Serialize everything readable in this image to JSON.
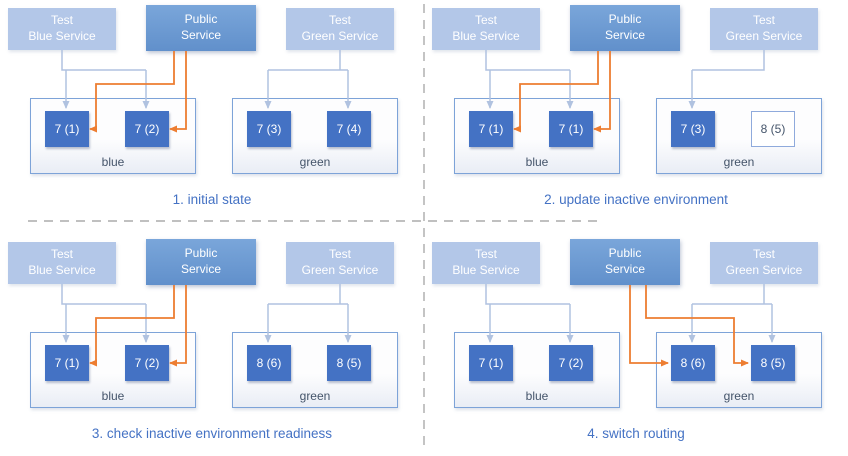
{
  "diagram": {
    "subject": "blue-green deployment steps",
    "colors": {
      "test_service_box": "#b3c7e8",
      "public_service_box": "#6d9ad1",
      "pod": "#4472c4",
      "pod_creating_border": "#8faadc",
      "environment_border": "#7da3d8",
      "caption_text": "#4472c4",
      "traffic_arrow": "#ed7d31",
      "test_arrow": "#b0c2e0",
      "separator": "#ababab"
    }
  },
  "quadrants": [
    {
      "caption": "1. initial state",
      "services": [
        {
          "line1": "Test",
          "line2": "Blue Service"
        },
        {
          "line1": "Public",
          "line2": "Service"
        },
        {
          "line1": "Test",
          "line2": "Green Service"
        }
      ],
      "environments": [
        {
          "name": "blue",
          "pods": [
            {
              "label": "7 (1)"
            },
            {
              "label": "7 (2)"
            }
          ]
        },
        {
          "name": "green",
          "pods": [
            {
              "label": "7 (3)"
            },
            {
              "label": "7 (4)"
            }
          ]
        }
      ]
    },
    {
      "caption": "2. update inactive environment",
      "services": [
        {
          "line1": "Test",
          "line2": "Blue Service"
        },
        {
          "line1": "Public",
          "line2": "Service"
        },
        {
          "line1": "Test",
          "line2": "Green Service"
        }
      ],
      "environments": [
        {
          "name": "blue",
          "pods": [
            {
              "label": "7 (1)"
            },
            {
              "label": "7 (1)"
            }
          ]
        },
        {
          "name": "green",
          "pods": [
            {
              "label": "7 (3)"
            },
            {
              "label": "8 (5)",
              "state": "creating"
            }
          ]
        }
      ]
    },
    {
      "caption": "3. check inactive environment readiness",
      "services": [
        {
          "line1": "Test",
          "line2": "Blue Service"
        },
        {
          "line1": "Public",
          "line2": "Service"
        },
        {
          "line1": "Test",
          "line2": "Green Service"
        }
      ],
      "environments": [
        {
          "name": "blue",
          "pods": [
            {
              "label": "7 (1)"
            },
            {
              "label": "7 (2)"
            }
          ]
        },
        {
          "name": "green",
          "pods": [
            {
              "label": "8 (6)"
            },
            {
              "label": "8 (5)"
            }
          ]
        }
      ]
    },
    {
      "caption": "4. switch routing",
      "services": [
        {
          "line1": "Test",
          "line2": "Blue Service"
        },
        {
          "line1": "Public",
          "line2": "Service"
        },
        {
          "line1": "Test",
          "line2": "Green Service"
        }
      ],
      "environments": [
        {
          "name": "blue",
          "pods": [
            {
              "label": "7 (1)"
            },
            {
              "label": "7 (2)"
            }
          ]
        },
        {
          "name": "green",
          "pods": [
            {
              "label": "8 (6)"
            },
            {
              "label": "8 (5)"
            }
          ]
        }
      ]
    }
  ]
}
